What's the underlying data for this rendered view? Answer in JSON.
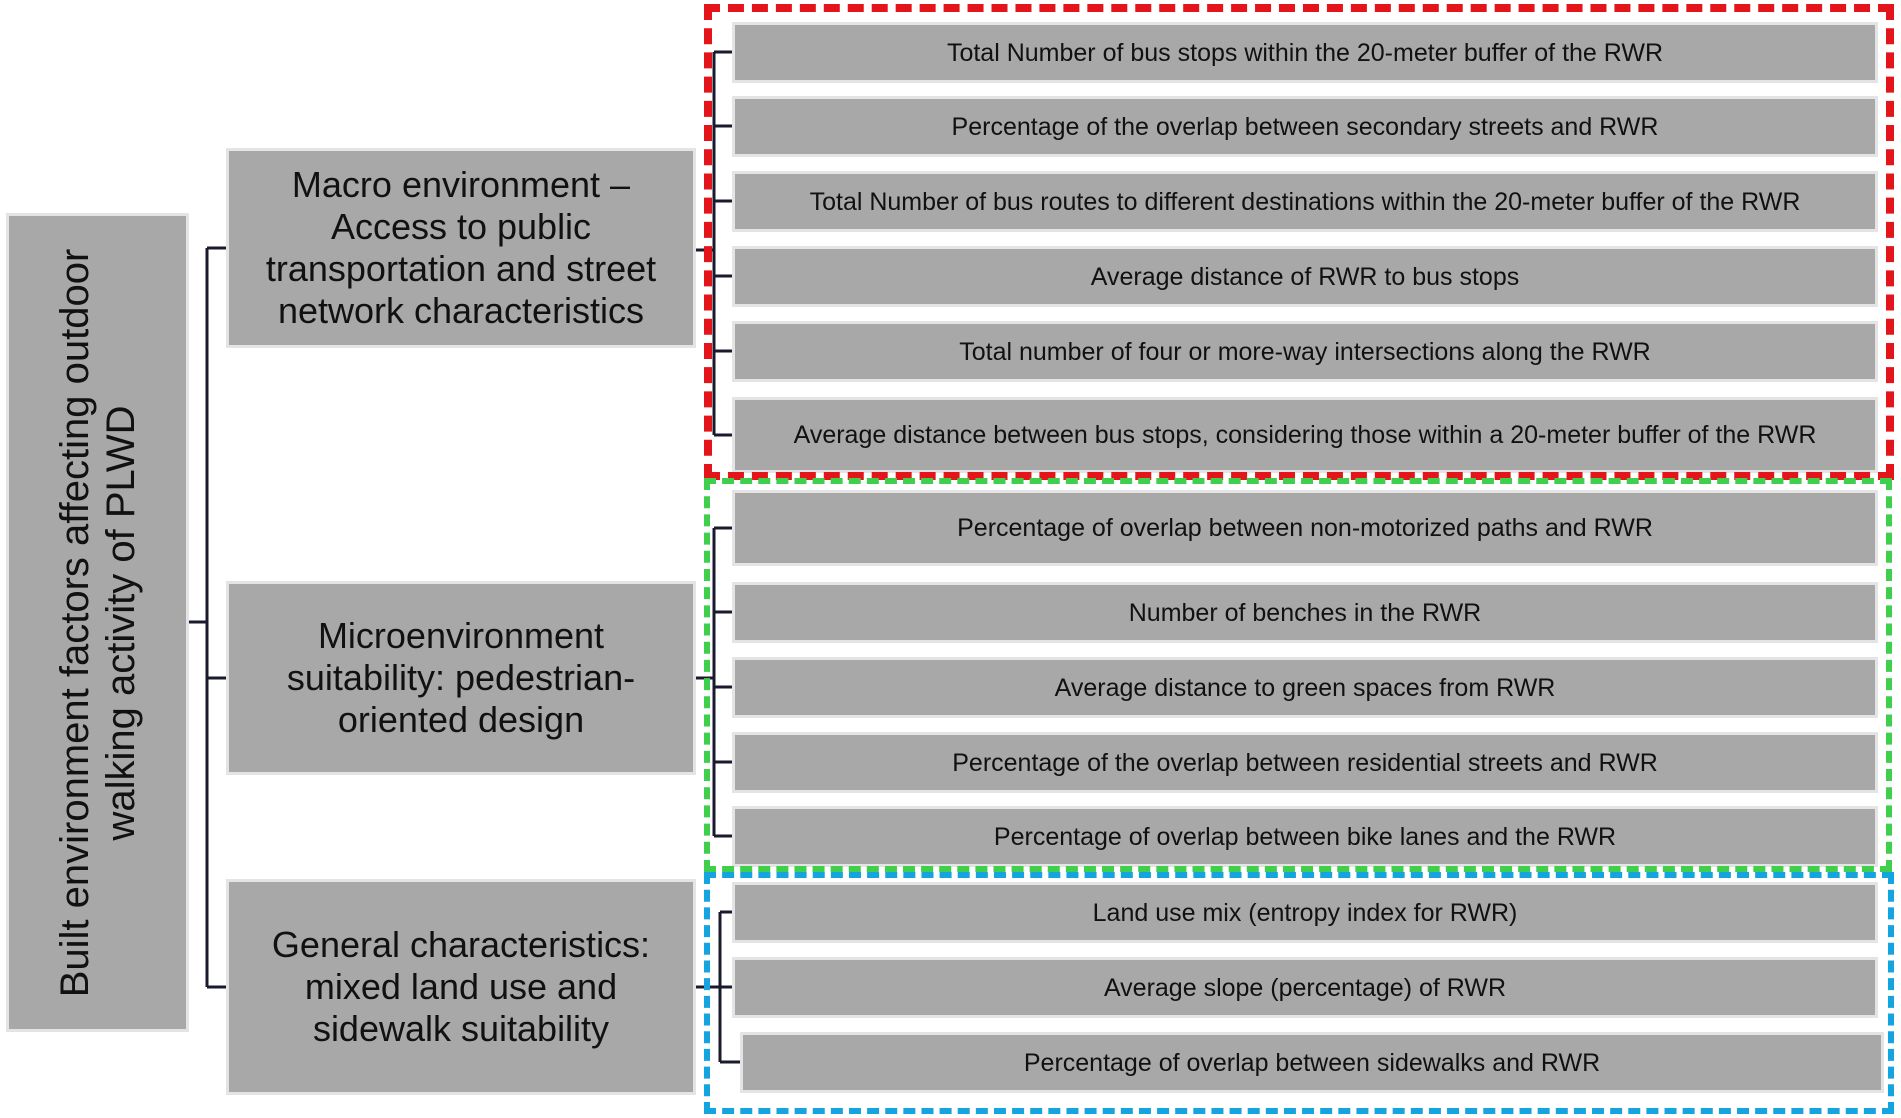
{
  "root": {
    "label": "Built environment factors affecting outdoor walking activity of PLWD"
  },
  "groups": [
    {
      "label": "Macro environment – Access to public transportation and street network characteristics",
      "frame_color": "#e4141b",
      "items": [
        "Total Number of bus stops within the 20-meter buffer of the RWR",
        "Percentage of the overlap between secondary streets and RWR",
        "Total Number of bus routes to different destinations within the 20-meter buffer of the RWR",
        "Average distance of RWR to bus stops",
        "Total number of four or more-way intersections along the RWR",
        "Average distance between bus stops, considering those within a 20-meter buffer of the RWR"
      ]
    },
    {
      "label": "Microenvironment suitability: pedestrian-oriented design",
      "frame_color": "#3fcf4c",
      "items": [
        "Percentage of overlap between non-motorized paths and RWR",
        "Number of benches in the RWR",
        "Average distance to green spaces from RWR",
        "Percentage of the overlap between residential streets and RWR",
        "Percentage of overlap between bike lanes and the RWR"
      ]
    },
    {
      "label": "General characteristics: mixed land use and sidewalk suitability",
      "frame_color": "#14a5e0",
      "items": [
        "Land use mix (entropy index for RWR)",
        "Average slope (percentage) of RWR",
        "Percentage of overlap between sidewalks and RWR"
      ]
    }
  ]
}
